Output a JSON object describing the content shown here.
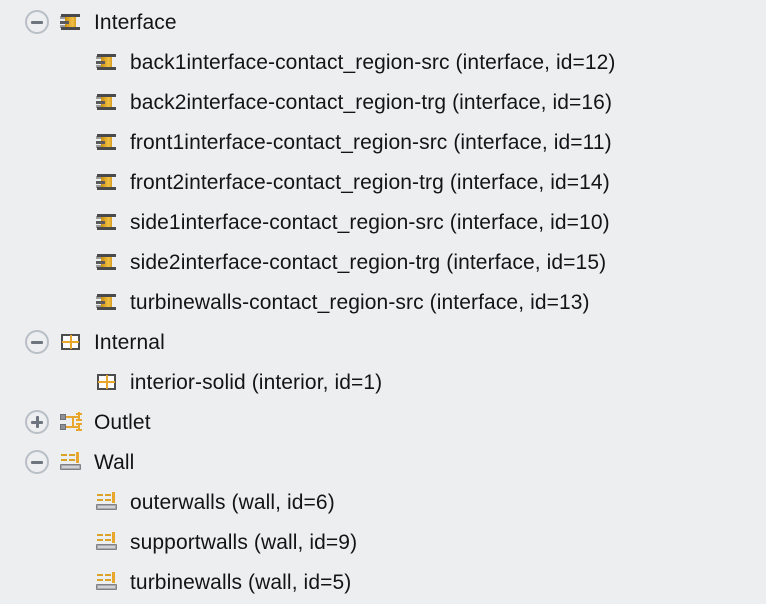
{
  "tree": {
    "groups": [
      {
        "label": "Interface",
        "icon": "interface-icon",
        "toggle": "collapse-minus-icon",
        "expanded": true,
        "children": [
          {
            "label": "back1interface-contact_region-src (interface, id=12)",
            "icon": "interface-icon",
            "name": "back1interface-contact_region-src",
            "type": "interface",
            "id": 12
          },
          {
            "label": "back2interface-contact_region-trg (interface, id=16)",
            "icon": "interface-icon",
            "name": "back2interface-contact_region-trg",
            "type": "interface",
            "id": 16
          },
          {
            "label": "front1interface-contact_region-src (interface, id=11)",
            "icon": "interface-icon",
            "name": "front1interface-contact_region-src",
            "type": "interface",
            "id": 11
          },
          {
            "label": "front2interface-contact_region-trg (interface, id=14)",
            "icon": "interface-icon",
            "name": "front2interface-contact_region-trg",
            "type": "interface",
            "id": 14
          },
          {
            "label": "side1interface-contact_region-src (interface, id=10)",
            "icon": "interface-icon",
            "name": "side1interface-contact_region-src",
            "type": "interface",
            "id": 10
          },
          {
            "label": "side2interface-contact_region-trg (interface, id=15)",
            "icon": "interface-icon",
            "name": "side2interface-contact_region-trg",
            "type": "interface",
            "id": 15
          },
          {
            "label": "turbinewalls-contact_region-src (interface, id=13)",
            "icon": "interface-icon",
            "name": "turbinewalls-contact_region-src",
            "type": "interface",
            "id": 13
          }
        ]
      },
      {
        "label": "Internal",
        "icon": "interior-grid-icon",
        "toggle": "collapse-minus-icon",
        "expanded": true,
        "children": [
          {
            "label": "interior-solid (interior, id=1)",
            "icon": "interior-grid-icon",
            "name": "interior-solid",
            "type": "interior",
            "id": 1
          }
        ]
      },
      {
        "label": "Outlet",
        "icon": "outlet-icon",
        "toggle": "expand-plus-icon",
        "expanded": false,
        "children": []
      },
      {
        "label": "Wall",
        "icon": "wall-icon",
        "toggle": "collapse-minus-icon",
        "expanded": true,
        "children": [
          {
            "label": "outerwalls (wall, id=6)",
            "icon": "wall-icon",
            "name": "outerwalls",
            "type": "wall",
            "id": 6
          },
          {
            "label": "supportwalls (wall, id=9)",
            "icon": "wall-icon",
            "name": "supportwalls",
            "type": "wall",
            "id": 9
          },
          {
            "label": "turbinewalls (wall, id=5)",
            "icon": "wall-icon",
            "name": "turbinewalls",
            "type": "wall",
            "id": 5
          }
        ]
      }
    ]
  },
  "colors": {
    "background": "#eceef0",
    "text": "#141414",
    "accent_orange": "#e8a72c",
    "icon_gray": "#8d9196",
    "toggle_border": "#b9bfc6"
  }
}
